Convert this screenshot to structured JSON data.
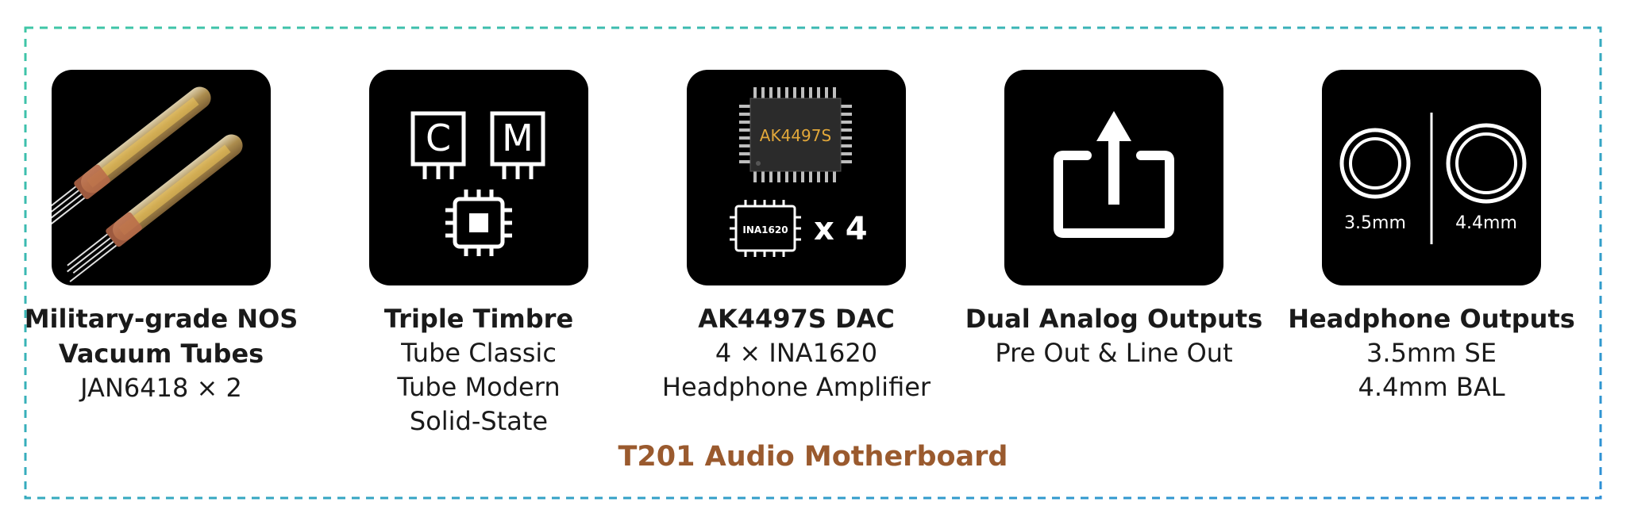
{
  "colors": {
    "frame_start": "#3fc6a6",
    "frame_end": "#2d8fd6",
    "tile_bg": "#000000",
    "chip_label": "#e2a83a",
    "board_title": "#9a5a2e"
  },
  "features": [
    {
      "icon": "vacuum-tubes-image",
      "title_lines": [
        "Military-grade NOS",
        "Vacuum Tubes"
      ],
      "lines": [
        "JAN6418 × 2"
      ]
    },
    {
      "icon": "timbre-modes-icon",
      "icon_labels": [
        "C",
        "M"
      ],
      "title_lines": [
        "Triple Timbre"
      ],
      "lines": [
        "Tube Classic",
        "Tube Modern",
        "Solid-State"
      ]
    },
    {
      "icon": "dac-chip-icon",
      "chip_label": "AK4497S",
      "amp_chip_label": "INA1620",
      "amp_chip_count": "x 4",
      "title_lines": [
        "AK4497S DAC"
      ],
      "lines": [
        "4 × INA1620",
        "Headphone Amplifier"
      ]
    },
    {
      "icon": "output-export-icon",
      "title_lines": [
        "Dual Analog Outputs"
      ],
      "lines": [
        "Pre Out & Line Out"
      ]
    },
    {
      "icon": "headphone-jacks-icon",
      "jack_left_label": "3.5mm",
      "jack_right_label": "4.4mm",
      "title_lines": [
        "Headphone Outputs"
      ],
      "lines": [
        "3.5mm SE",
        "4.4mm BAL"
      ]
    }
  ],
  "board_title": "T201 Audio Motherboard"
}
